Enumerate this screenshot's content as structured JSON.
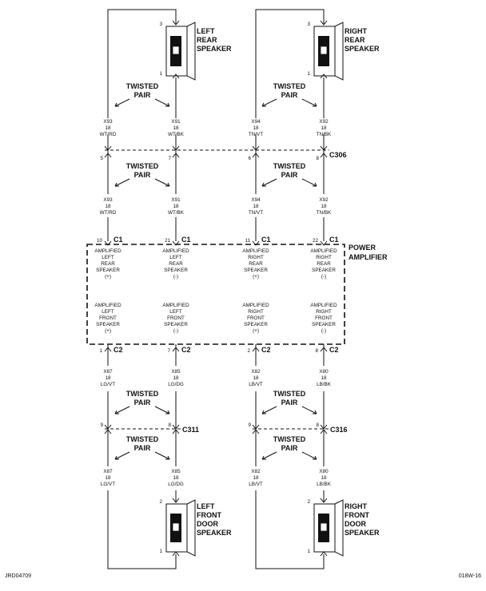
{
  "speakers": {
    "left_rear": [
      "LEFT",
      "REAR",
      "SPEAKER"
    ],
    "right_rear": [
      "RIGHT",
      "REAR",
      "SPEAKER"
    ],
    "left_front": [
      "LEFT",
      "FRONT",
      "DOOR",
      "SPEAKER"
    ],
    "right_front": [
      "RIGHT",
      "FRONT",
      "DOOR",
      "SPEAKER"
    ]
  },
  "speaker_pins": {
    "left_rear": [
      "3",
      "1"
    ],
    "right_rear": [
      "3",
      "1"
    ],
    "left_front": [
      "2",
      "1"
    ],
    "right_front": [
      "2",
      "1"
    ]
  },
  "twisted_pair": [
    "TWISTED",
    "PAIR"
  ],
  "wires": {
    "rear_upper": [
      [
        "X93",
        "18",
        "WT/RD"
      ],
      [
        "X91",
        "18",
        "WT/BK"
      ],
      [
        "X94",
        "18",
        "TN/VT"
      ],
      [
        "X92",
        "18",
        "TN/BK"
      ]
    ],
    "rear_lower": [
      [
        "X93",
        "18",
        "WT/RD"
      ],
      [
        "X91",
        "18",
        "WT/BK"
      ],
      [
        "X94",
        "18",
        "TN/VT"
      ],
      [
        "X92",
        "18",
        "TN/BK"
      ]
    ],
    "front_upper": [
      [
        "X87",
        "18",
        "LG/VT"
      ],
      [
        "X85",
        "18",
        "LG/DG"
      ],
      [
        "X82",
        "18",
        "LB/VT"
      ],
      [
        "X80",
        "18",
        "LB/BK"
      ]
    ],
    "front_lower": [
      [
        "X87",
        "18",
        "LG/VT"
      ],
      [
        "X85",
        "18",
        "LG/DG"
      ],
      [
        "X82",
        "18",
        "LB/VT"
      ],
      [
        "X80",
        "18",
        "LB/BK"
      ]
    ]
  },
  "connectors": {
    "c306": {
      "name": "C306",
      "pins": [
        "5",
        "7",
        "6",
        "8"
      ]
    },
    "c1": {
      "name": "C1",
      "pins": [
        "10",
        "21",
        "11",
        "22"
      ]
    },
    "c2": {
      "name": "C2",
      "pins": [
        "1",
        "7",
        "2",
        "8"
      ]
    },
    "c311": {
      "name": "C311",
      "pins": [
        "9",
        "8"
      ]
    },
    "c316": {
      "name": "C316",
      "pins": [
        "9",
        "8"
      ]
    }
  },
  "amplifier": {
    "title": [
      "POWER",
      "AMPLIFIER"
    ],
    "rear_labels": [
      [
        "AMPLIFIED",
        "LEFT",
        "REAR",
        "SPEAKER",
        "(+)"
      ],
      [
        "AMPLIFIED",
        "LEFT",
        "REAR",
        "SPEAKER",
        "(-)"
      ],
      [
        "AMPLIFIED",
        "RIGHT",
        "REAR",
        "SPEAKER",
        "(+)"
      ],
      [
        "AMPLIFIED",
        "RIGHT",
        "REAR",
        "SPEAKER",
        "(-)"
      ]
    ],
    "front_labels": [
      [
        "AMPLIFIED",
        "LEFT",
        "FRONT",
        "SPEAKER",
        "(+)"
      ],
      [
        "AMPLIFIED",
        "LEFT",
        "FRONT",
        "SPEAKER",
        "(-)"
      ],
      [
        "AMPLIFIED",
        "RIGHT",
        "FRONT",
        "SPEAKER",
        "(+)"
      ],
      [
        "AMPLIFIED",
        "RIGHT",
        "FRONT",
        "SPEAKER",
        "(-)"
      ]
    ]
  },
  "footer": {
    "left_code": "JRD04709",
    "right_code": "018W-16"
  }
}
